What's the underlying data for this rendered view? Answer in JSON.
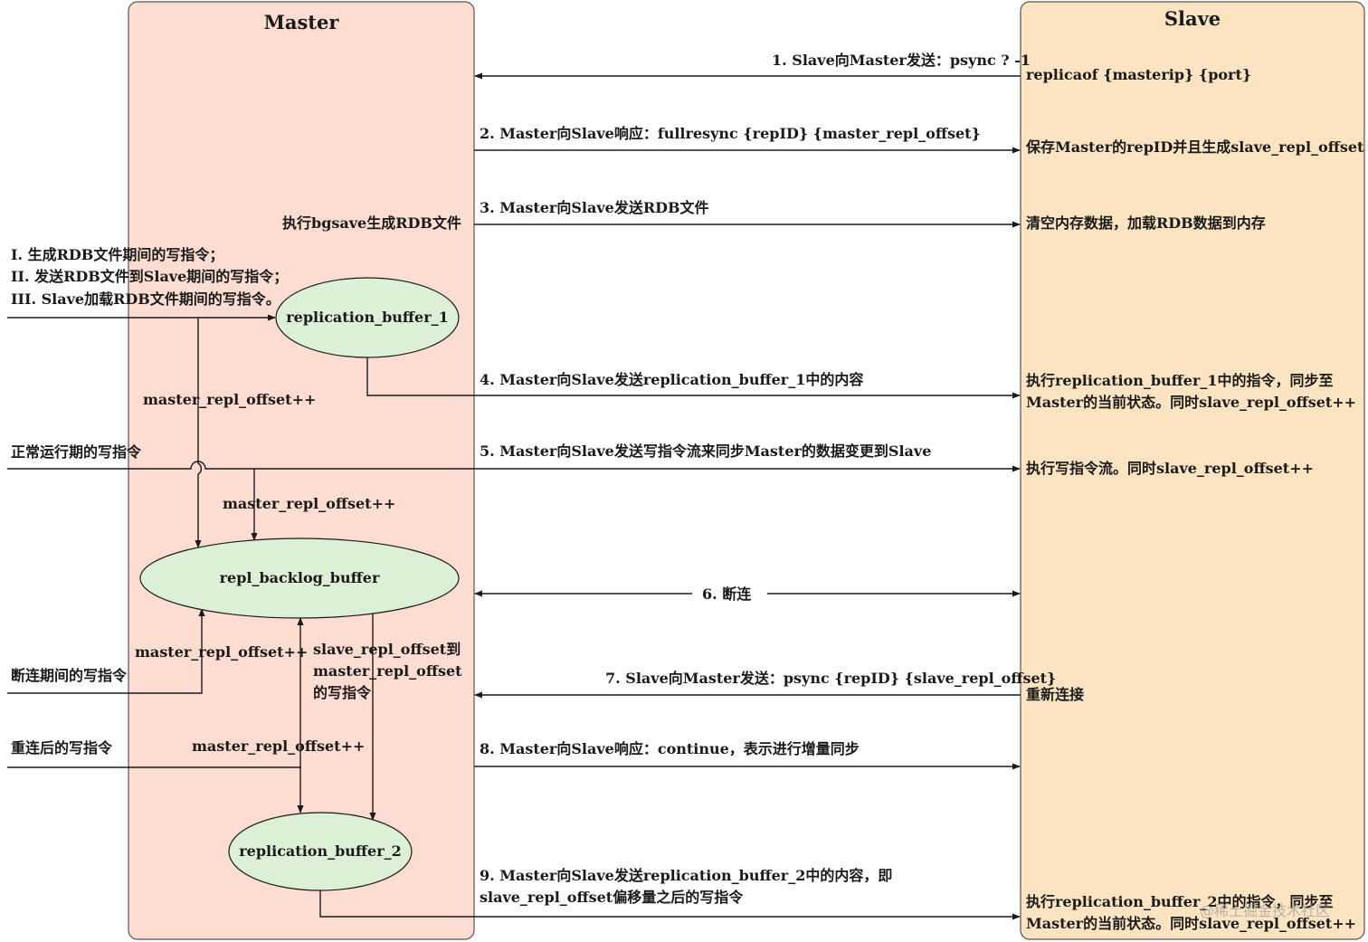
{
  "lanes": {
    "master": "Master",
    "slave": "Slave"
  },
  "nodes": {
    "replication_buffer_1": "replication_buffer_1",
    "repl_backlog_buffer": "repl_backlog_buffer",
    "replication_buffer_2": "replication_buffer_2"
  },
  "steps": {
    "s1": "1. Slave向Master发送：psync ? -1",
    "s2": "2. Master向Slave响应：fullresync {repID} {master_repl_offset}",
    "s3": "3. Master向Slave发送RDB文件",
    "s4": "4. Master向Slave发送replication_buffer_1中的内容",
    "s5": "5. Master向Slave发送写指令流来同步Master的数据变更到Slave",
    "s6": "6. 断连",
    "s7": "7. Slave向Master发送：psync {repID} {slave_repl_offset}",
    "s8": "8. Master向Slave响应：continue，表示进行增量同步",
    "s9": "9.  Master向Slave发送replication_buffer_2中的内容，即slave_repl_offset偏移量之后的写指令"
  },
  "master_notes": {
    "bgsave": "执行bgsave生成RDB文件",
    "write_cmds_1": "I. 生成RDB文件期间的写指令；",
    "write_cmds_2": "II. 发送RDB文件到Slave期间的写指令；",
    "write_cmds_3": "III. Slave加载RDB文件期间的写指令。",
    "offset_a": "master_repl_offset++",
    "normal_writes": "正常运行期的写指令",
    "offset_b": "master_repl_offset++",
    "offset_c": "master_repl_offset++",
    "disconnect_writes": "断连期间的写指令",
    "slave_to_master": "slave_repl_offset到master_repl_offset的写指令",
    "reconnect_writes": "重连后的写指令",
    "offset_d": "master_repl_offset++"
  },
  "slave_notes": {
    "replicaof": "replicaof {masterip} {port}",
    "save_repid": "保存Master的repID并且生成slave_repl_offset",
    "load_rdb": "清空内存数据，加载RDB数据到内存",
    "exec_buf1": "执行replication_buffer_1中的指令，同步至Master的当前状态。同时slave_repl_offset++",
    "exec_stream": "执行写指令流。同时slave_repl_offset++",
    "reconnect": "重新连接",
    "exec_buf2": "执行replication_buffer_2中的指令，同步至Master的当前状态。同时slave_repl_offset++"
  },
  "watermark": "@稀土掘金技术社区",
  "colors": {
    "master_fill": "#fddcd2",
    "slave_fill": "#fce4c2",
    "node_fill": "#dcf0d6",
    "line": "#1a1a1a"
  }
}
